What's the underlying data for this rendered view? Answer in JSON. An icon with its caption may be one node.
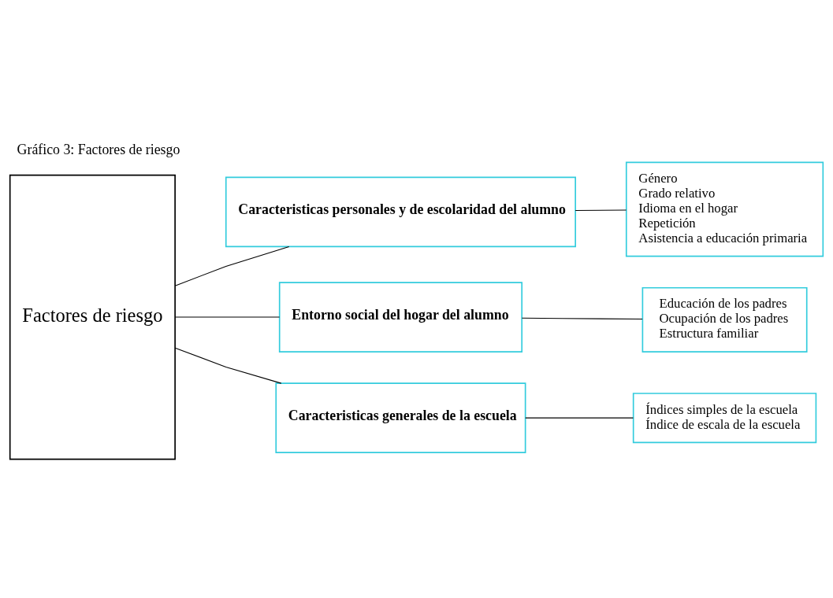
{
  "diagram": {
    "title": "Gráfico 3: Factores de riesgo",
    "nodes": [
      {
        "text": [
          "Factores de riesgo"
        ]
      },
      {
        "text": [
          "Caracteristicas personales y de escolaridad del alumno"
        ]
      },
      {
        "text": [
          "Entorno social del hogar del alumno"
        ]
      },
      {
        "text": [
          "Caracteristicas generales de la escuela"
        ]
      },
      {
        "text": [
          "Género",
          "Grado relativo",
          "Idioma en el hogar",
          "Repetición",
          "Asistencia a educación primaria"
        ]
      },
      {
        "text": [
          "Educación de los padres",
          "Ocupación de los padres",
          "Estructura familiar"
        ]
      },
      {
        "text": [
          "Índices simples de la escuela",
          "Índice de escala de la escuela"
        ]
      }
    ],
    "edges": [
      {
        "from": 0,
        "to": 1,
        "arrow": "none"
      },
      {
        "from": 0,
        "to": 2,
        "arrow": "none"
      },
      {
        "from": 0,
        "to": 3,
        "arrow": "none"
      },
      {
        "from": 1,
        "to": 4,
        "arrow": "none"
      },
      {
        "from": 2,
        "to": 5,
        "arrow": "none"
      },
      {
        "from": 3,
        "to": 6,
        "arrow": "none"
      }
    ]
  }
}
